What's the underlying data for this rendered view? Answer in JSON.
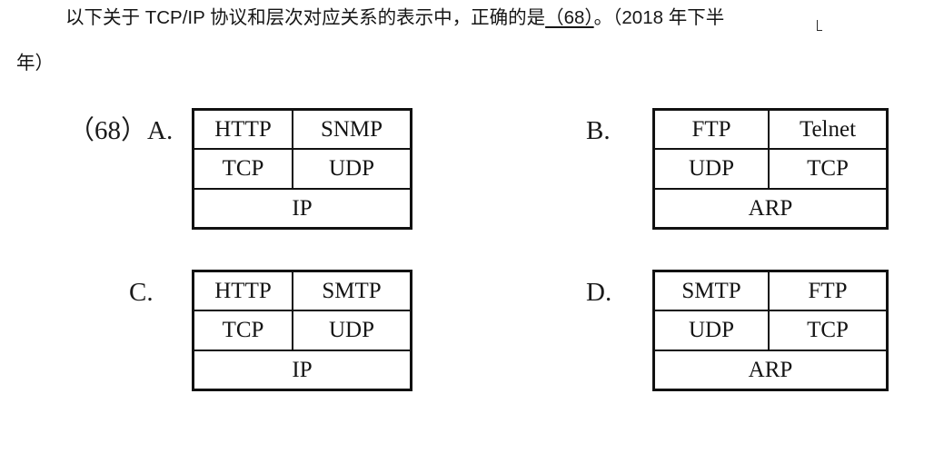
{
  "question": {
    "line1_before_blank": "以下关于 TCP/IP 协议和层次对应关系的表示中，正确的是",
    "blank_text": "（68）",
    "line1_after_blank": "。（2018 年下半",
    "line2": "年）"
  },
  "options": [
    {
      "id": "A",
      "label": "（68）A.",
      "rows": [
        {
          "cells": [
            "HTTP",
            "SNMP"
          ]
        },
        {
          "cells": [
            "TCP",
            "UDP"
          ]
        },
        {
          "cells": [
            "IP"
          ]
        }
      ]
    },
    {
      "id": "B",
      "label": "B.",
      "rows": [
        {
          "cells": [
            "FTP",
            "Telnet"
          ]
        },
        {
          "cells": [
            "UDP",
            "TCP"
          ]
        },
        {
          "cells": [
            "ARP"
          ]
        }
      ]
    },
    {
      "id": "C",
      "label": "C.",
      "rows": [
        {
          "cells": [
            "HTTP",
            "SMTP"
          ]
        },
        {
          "cells": [
            "TCP",
            "UDP"
          ]
        },
        {
          "cells": [
            "IP"
          ]
        }
      ]
    },
    {
      "id": "D",
      "label": "D.",
      "rows": [
        {
          "cells": [
            "SMTP",
            "FTP"
          ]
        },
        {
          "cells": [
            "UDP",
            "TCP"
          ]
        },
        {
          "cells": [
            "ARP"
          ]
        }
      ]
    }
  ],
  "colors": {
    "background": "#ffffff",
    "text": "#1a1a1a",
    "border": "#111111"
  }
}
